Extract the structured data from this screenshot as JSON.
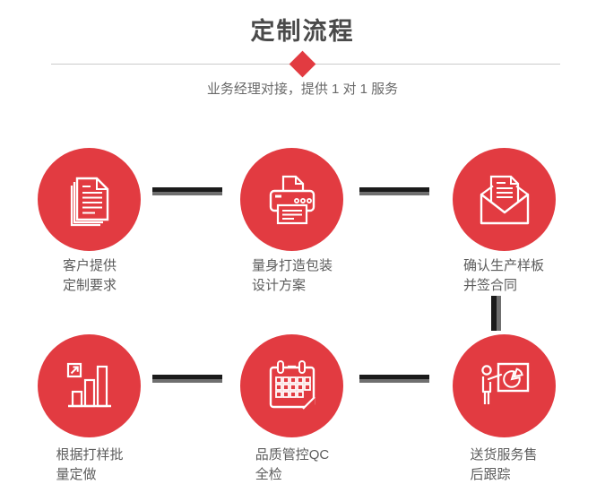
{
  "header": {
    "title": "定制流程",
    "subtitle": "业务经理对接，提供 1 对 1 服务"
  },
  "colors": {
    "accent_red": "#e23b41",
    "connector_dark": "#1b1b1b",
    "connector_gray": "#6f6f6f",
    "divider_gray": "#cbcbcb",
    "title_text": "#4a4a4a",
    "label_text": "#5c5c5c"
  },
  "steps": [
    {
      "icon": "documents-icon",
      "label_line1": "客户提供",
      "label_line2": "定制要求"
    },
    {
      "icon": "printer-icon",
      "label_line1": "量身打造包装",
      "label_line2": "设计方案"
    },
    {
      "icon": "envelope-icon",
      "label_line1": "确认生产样板",
      "label_line2": "并签合同"
    },
    {
      "icon": "bar-chart-icon",
      "label_line1": "根据打样批",
      "label_line2": "量定做"
    },
    {
      "icon": "calendar-icon",
      "label_line1": "品质管控QC",
      "label_line2": "全检"
    },
    {
      "icon": "presentation-icon",
      "label_line1": "送货服务售",
      "label_line2": "后跟踪"
    }
  ]
}
